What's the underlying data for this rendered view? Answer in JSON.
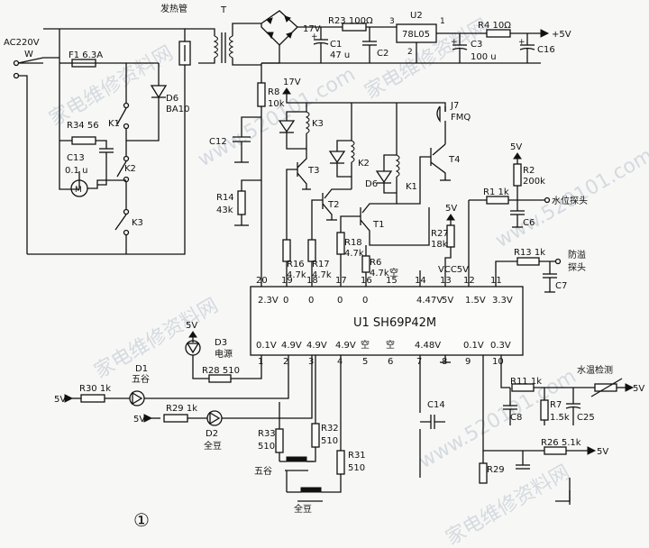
{
  "top": {
    "heater": "发热管",
    "t": "T",
    "v17a": "17V",
    "r23": "R23 100Ω",
    "u2": "U2",
    "reg": "78L05",
    "p3": "3",
    "p2": "2",
    "p1": "1",
    "r4": "R4 10Ω",
    "plus5": "+5V",
    "c1": "C1",
    "c1v": "47 u",
    "c2": "C2",
    "c3": "C3",
    "c3v": "100 u",
    "c16": "C16"
  },
  "left": {
    "ac": "AC220V",
    "w": "W",
    "f1": "F1 6.3A",
    "d6": "D6",
    "d6v": "BA10",
    "r34": "R34 56",
    "k1": "K1",
    "c13": "C13",
    "c13v": "0.1 u",
    "m": "M",
    "k2": "K2",
    "k3": "K3"
  },
  "mid": {
    "r8": "R8",
    "r8v": "10k",
    "v17b": "17V",
    "c12": "C12",
    "r14": "R14",
    "r14v": "43k",
    "k3": "K3",
    "k2": "K2",
    "k1": "K1",
    "d6": "D6",
    "j7": "J7",
    "fmq": "FMQ",
    "t3": "T3",
    "t2": "T2",
    "t1": "T1",
    "t4": "T4",
    "r16": "R16",
    "r16v": "4.7k",
    "r17": "R17",
    "r17v": "4.7k",
    "r18": "R18",
    "r18v": "4.7k",
    "r6": "R6",
    "r6v": "4.7k",
    "kong": "空",
    "r27": "R27",
    "r27v": "18k",
    "v5a": "5V",
    "vcc": "VCC5V"
  },
  "right": {
    "v5b": "5V",
    "r2": "R2",
    "r2v": "200k",
    "r1": "R1 1k",
    "water": "水位探头",
    "c6": "C6",
    "r13": "R13 1k",
    "anti1": "防溢",
    "anti2": "探头",
    "c7": "C7",
    "r11": "R11 1k",
    "temp": "水温检测",
    "v5c": "5V",
    "c8": "C8",
    "r7": "R7",
    "r7v": "1.5k",
    "c25": "C25",
    "r26": "R26 5.1k",
    "v5d": "5V",
    "r29": "R29"
  },
  "ic": {
    "name": "U1  SH69P42M",
    "pins_top": [
      "20",
      "19",
      "18",
      "17",
      "16",
      "15",
      "14",
      "13",
      "12",
      "11"
    ],
    "volt_top": [
      "2.3V",
      "0",
      "0",
      "0",
      "0",
      "",
      "4.47V",
      "5V",
      "1.5V",
      "3.3V"
    ],
    "pins_bot": [
      "1",
      "2",
      "3",
      "4",
      "5",
      "6",
      "7",
      "8",
      "9",
      "10"
    ],
    "volt_bot": [
      "0.1V",
      "4.9V",
      "4.9V",
      "4.9V",
      "空",
      "空",
      "4.48V",
      "",
      "0.1V",
      "0.3V"
    ]
  },
  "bottom": {
    "v5e": "5V",
    "d3": "D3",
    "power": "电源",
    "r28": "R28 510",
    "d1": "D1",
    "wugu": "五谷",
    "v5f": "5V",
    "r30": "R30 1k",
    "v5g": "5V",
    "r29b": "R29 1k",
    "d2": "D2",
    "quandou": "全豆",
    "c14": "C14",
    "r33": "R33",
    "r33v": "510",
    "r32": "R32",
    "r32v": "510",
    "r31": "R31",
    "r31v": "510",
    "sw1": "五谷",
    "sw2": "全豆",
    "circ": "①"
  },
  "wm": {
    "t1": "家电维修资料网",
    "t2": "www.520101.com"
  }
}
